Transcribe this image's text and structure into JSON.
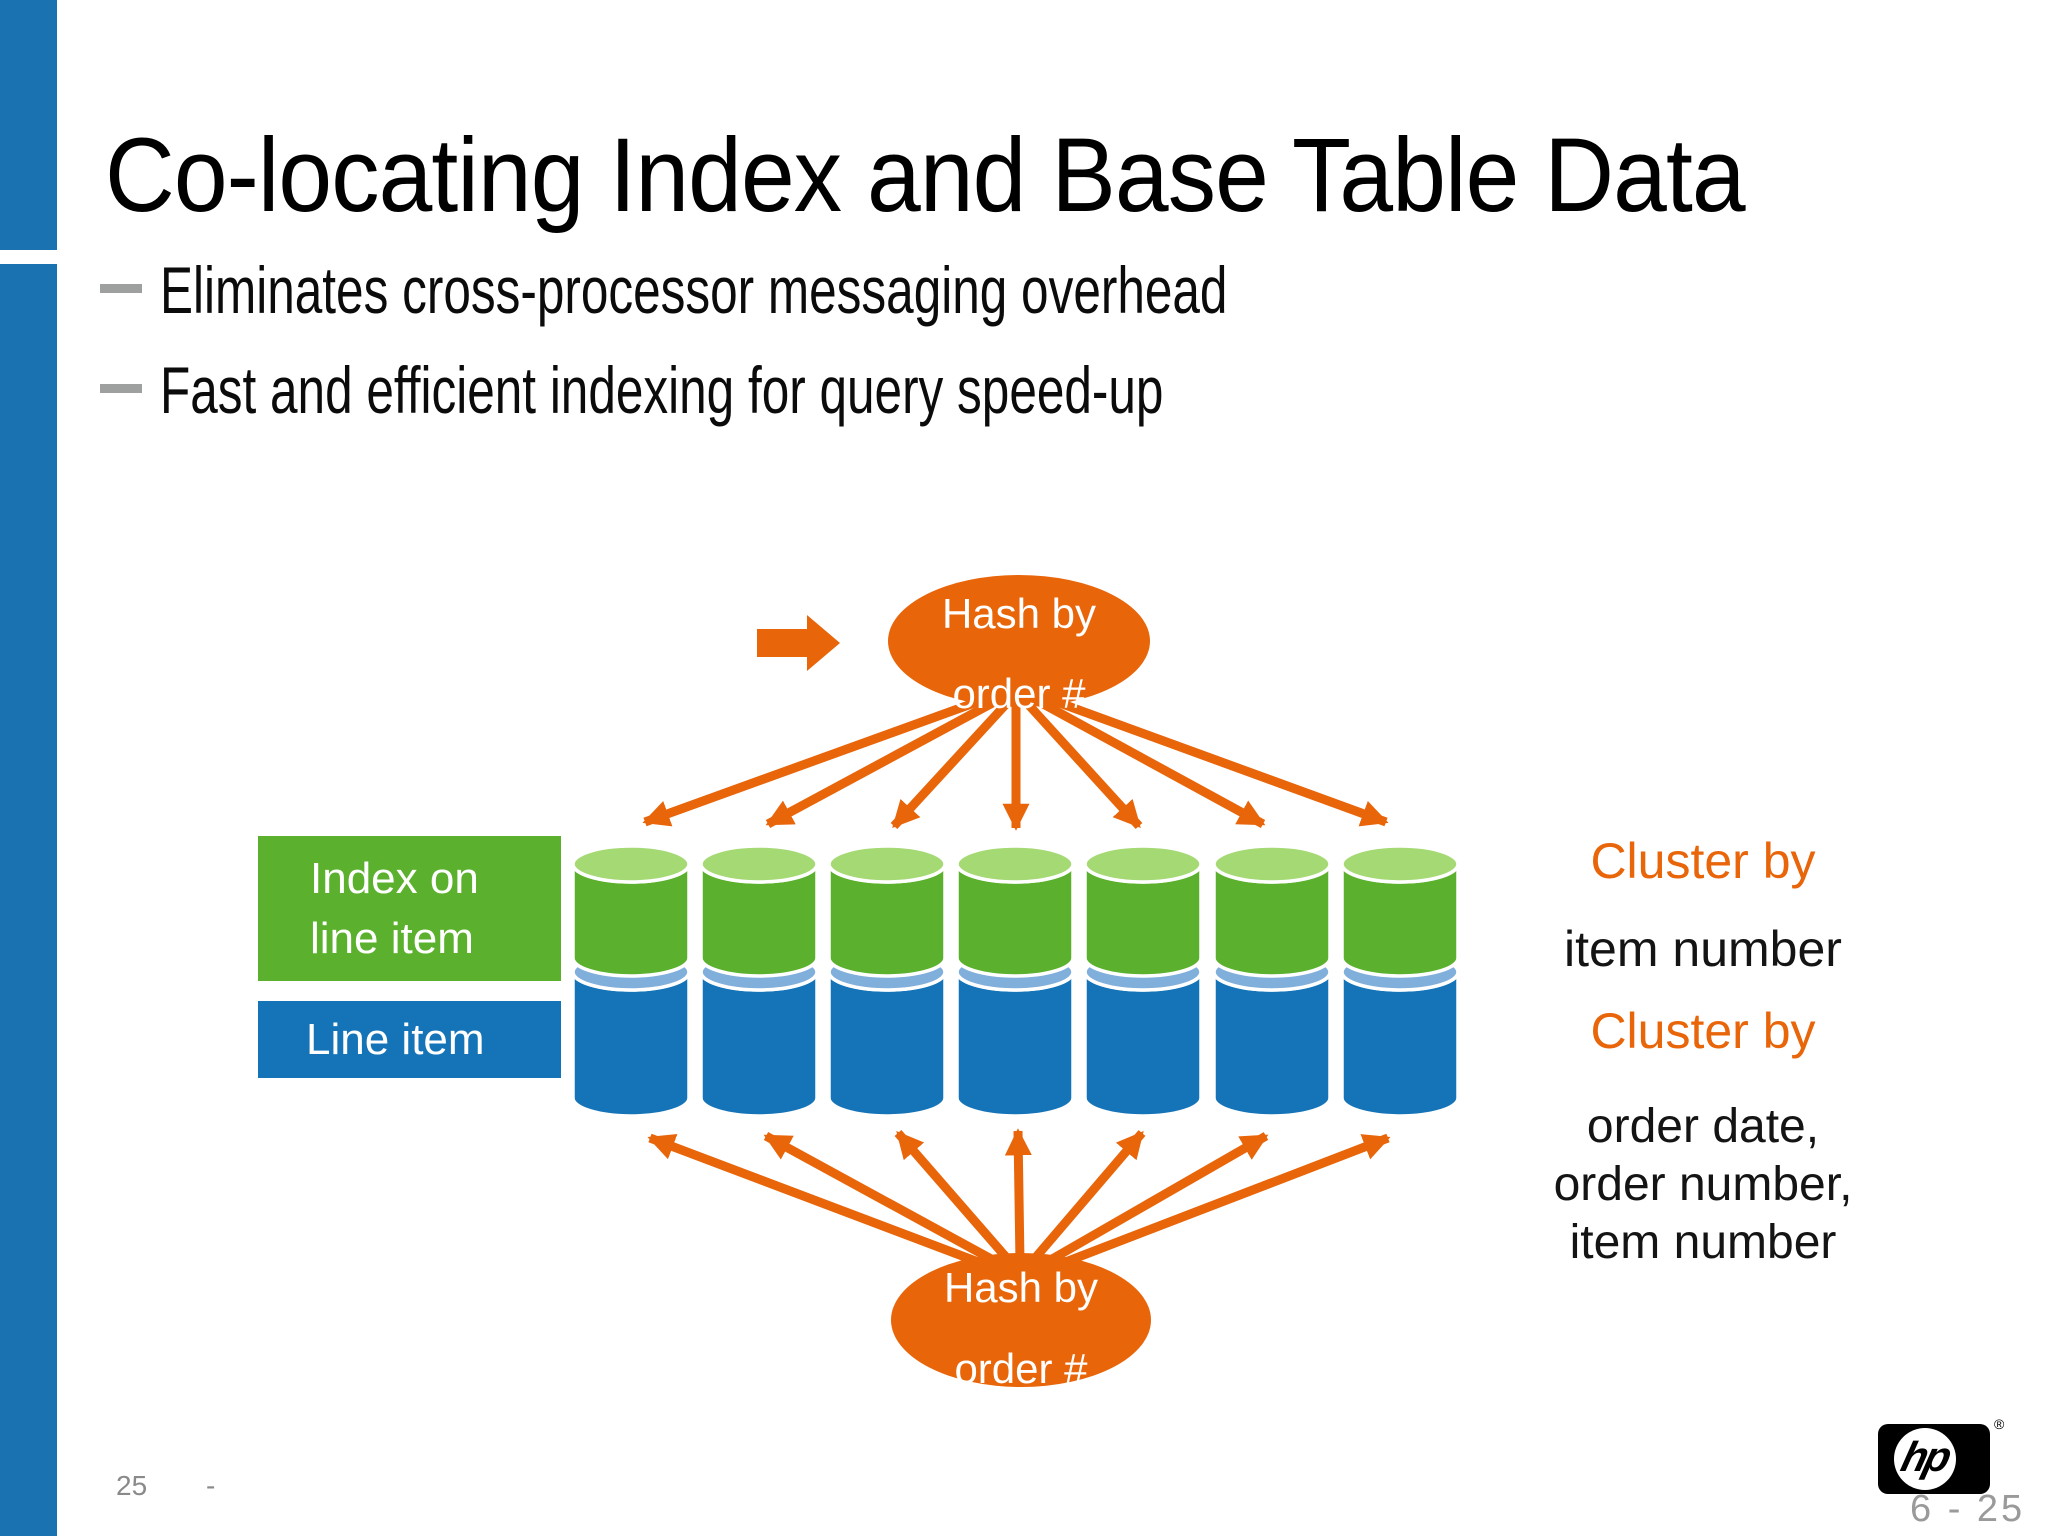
{
  "colors": {
    "orange": "#E8650A",
    "green": "#5BB12D",
    "light_green": "#A4D973",
    "blue": "#1574B8",
    "light_blue": "#7FAFDA",
    "bar_blue": "#1B72B1",
    "gray": "#8C8C8C"
  },
  "slide": {
    "title": "Co-locating Index and Base Table Data",
    "bullets": [
      "Eliminates cross-processor messaging overhead",
      "Fast and efficient indexing for query speed-up"
    ]
  },
  "diagram": {
    "hash_top": {
      "line1": "Hash by",
      "line2": "order #"
    },
    "hash_bottom": {
      "line1": "Hash by",
      "line2": "order #"
    },
    "index_box": {
      "line1": "Index on",
      "line2": "line item"
    },
    "line_item_box": "Line item",
    "cluster": {
      "heading1": "Cluster by",
      "value1": "item number",
      "heading2": "Cluster by",
      "value2_lines": [
        "order date,",
        "order number,",
        "item number"
      ]
    },
    "cylinder_count": "7"
  },
  "footer": {
    "page_number": "25",
    "separator": "-",
    "section_page": "6 - 25",
    "logo_text": "hp",
    "registered_mark": "®"
  }
}
